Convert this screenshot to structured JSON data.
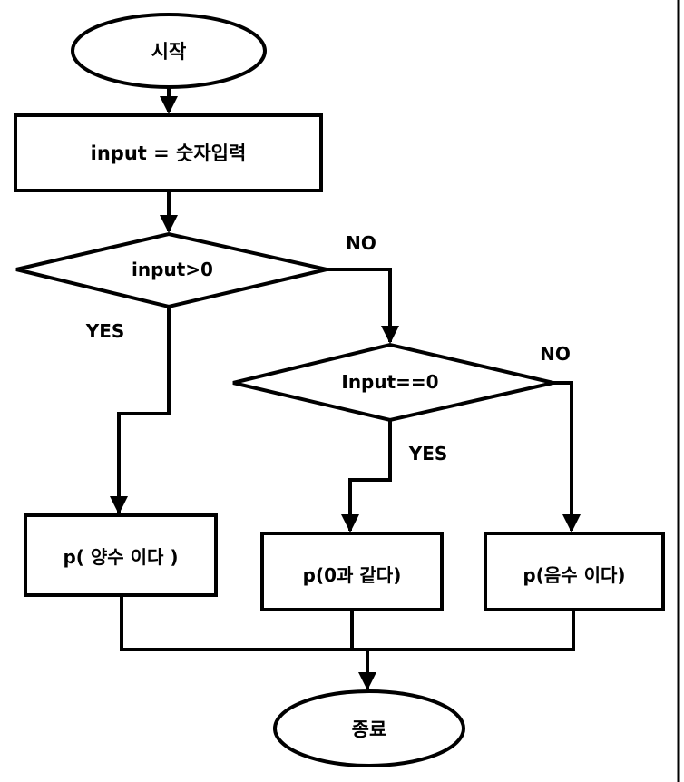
{
  "nodes": {
    "start": "시작",
    "input": "input = 숫자입력",
    "cond1": "input>0",
    "cond2": "Input==0",
    "out_pos": "p( 양수 이다 )",
    "out_zero": "p(0과 같다)",
    "out_neg": "p(음수 이다)",
    "end": "종료"
  },
  "branch_labels": {
    "cond1_no": "NO",
    "cond1_yes": "YES",
    "cond2_no": "NO",
    "cond2_yes": "YES"
  },
  "colors": {
    "stroke": "#000000",
    "fill": "#ffffff",
    "text": "#000000"
  }
}
